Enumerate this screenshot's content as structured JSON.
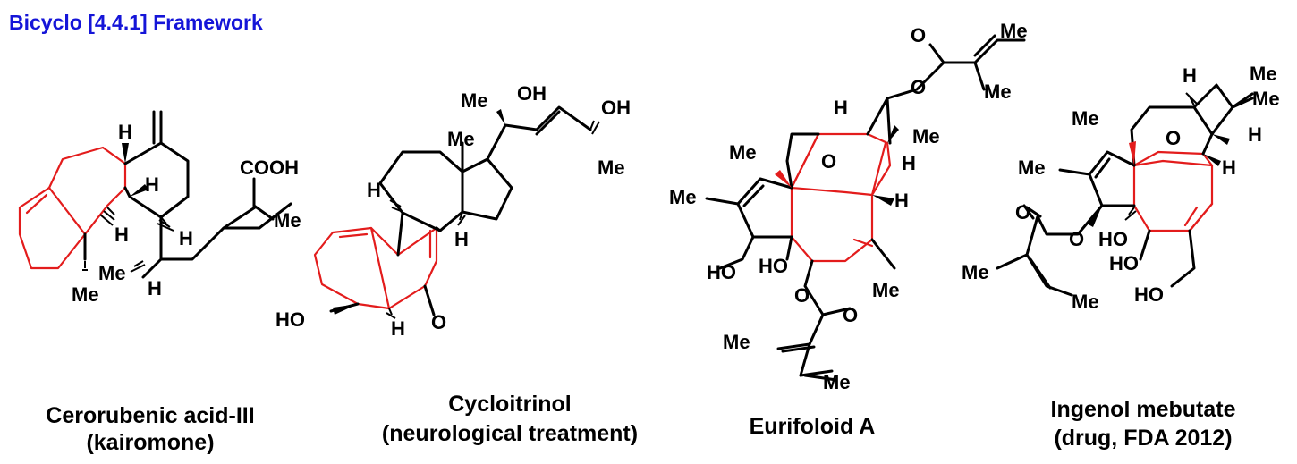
{
  "heading": {
    "text": "Bicyclo [4.4.1] Framework",
    "color": "#1515d8"
  },
  "colors": {
    "highlight_ring": "#e31c1c",
    "bond": "#000000"
  },
  "compounds": [
    {
      "name": "Cerorubenic acid-III",
      "note": "(kairomone)",
      "atom_labels": [
        "H",
        "H",
        "H",
        "H",
        "H",
        "Me",
        "Me",
        "COOH",
        "Me"
      ]
    },
    {
      "name": "Cycloitrinol",
      "note": "(neurological treatment)",
      "atom_labels": [
        "Me",
        "OH",
        "OH",
        "Me",
        "Me",
        "H",
        "H",
        "HO",
        "H",
        "O"
      ]
    },
    {
      "name": "Eurifoloid A",
      "note": "",
      "atom_labels": [
        "O",
        "Me",
        "O",
        "Me",
        "H",
        "Me",
        "H",
        "Me",
        "O",
        "H",
        "Me",
        "HO",
        "HO",
        "O",
        "Me",
        "O",
        "Me",
        "Me"
      ]
    },
    {
      "name": "Ingenol mebutate",
      "note": "(drug, FDA 2012)",
      "atom_labels": [
        "H",
        "Me",
        "Me",
        "Me",
        "O",
        "H",
        "Me",
        "H",
        "O",
        "O",
        "HO",
        "HO",
        "Me",
        "HO",
        "Me"
      ]
    }
  ]
}
